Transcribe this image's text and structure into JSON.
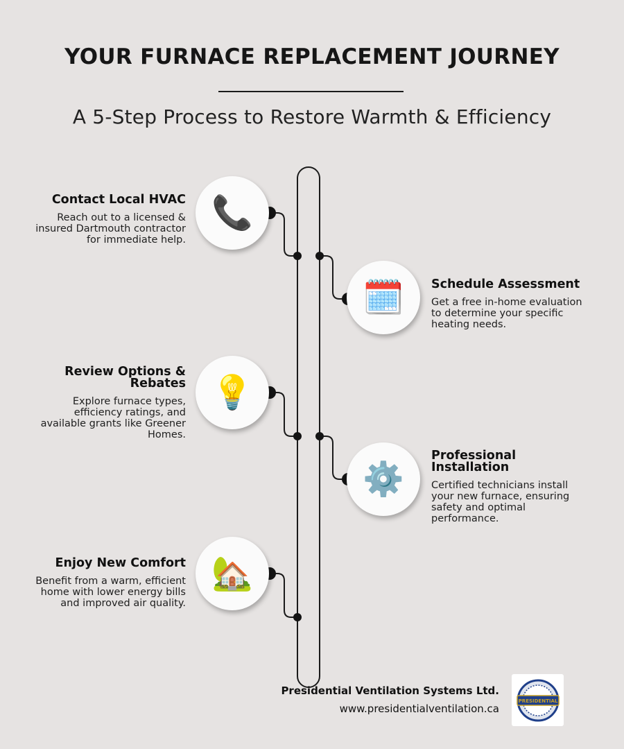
{
  "header": {
    "title": "YOUR FURNACE REPLACEMENT JOURNEY",
    "subtitle": "A 5-Step Process to Restore Warmth & Efficiency"
  },
  "steps": [
    {
      "title": "Contact Local HVAC",
      "description": "Reach out to a licensed & insured Dartmouth contractor for immediate help.",
      "icon": "telephone-icon",
      "glyph": "📞",
      "side": "left"
    },
    {
      "title": "Schedule Assessment",
      "description": "Get a free in-home evaluation to determine your specific heating needs.",
      "icon": "calendar-icon",
      "glyph": "🗓️",
      "side": "right"
    },
    {
      "title": "Review Options & Rebates",
      "description": "Explore furnace types, efficiency ratings, and available grants like Greener Homes.",
      "icon": "lightbulb-icon",
      "glyph": "💡",
      "side": "left"
    },
    {
      "title": "Professional Installation",
      "description": "Certified technicians install your new furnace, ensuring safety and optimal performance.",
      "icon": "gear-icon",
      "glyph": "⚙️",
      "side": "right"
    },
    {
      "title": "Enjoy New Comfort",
      "description": "Benefit from a warm, efficient home with lower energy bills and improved air quality.",
      "icon": "house-with-garden-icon",
      "glyph": "🏡",
      "side": "left"
    }
  ],
  "footer": {
    "company": "Presidential Ventilation Systems Ltd.",
    "url": "www.presidentialventilation.ca",
    "logo_text": "PRESIDENTIAL"
  },
  "colors": {
    "background": "#e6e3e2",
    "line": "#1a1a1a",
    "circle": "#fbfbfb",
    "logo_blue": "#1f3f8a",
    "logo_gold": "#c9a227"
  }
}
